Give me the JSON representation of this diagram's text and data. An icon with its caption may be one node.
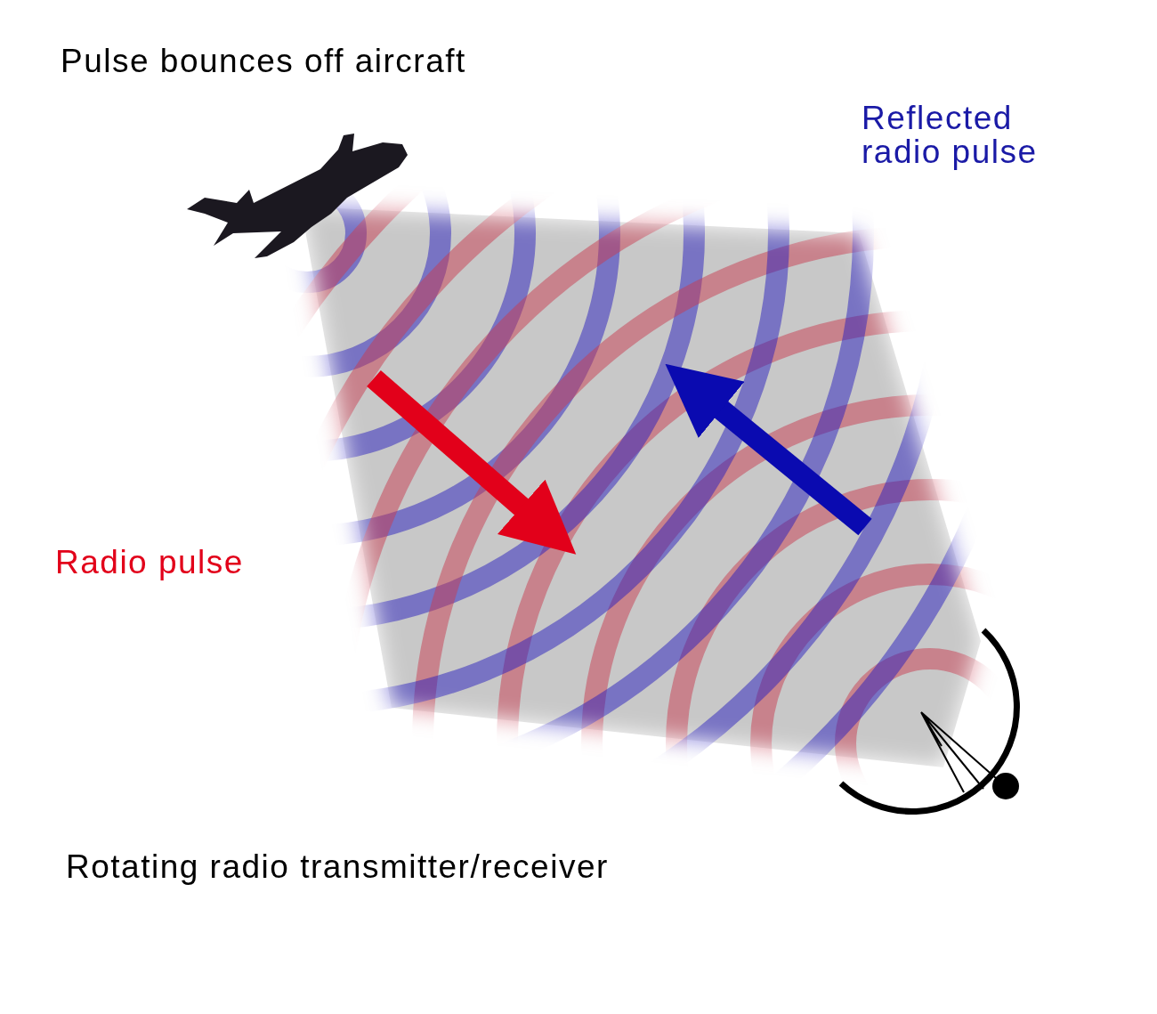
{
  "diagram": {
    "labels": [
      "Pulse bounces off aircraft",
      "Reflected radio pulse",
      "Radio pulse",
      "Rotating radio transmitter/receiver"
    ]
  }
}
